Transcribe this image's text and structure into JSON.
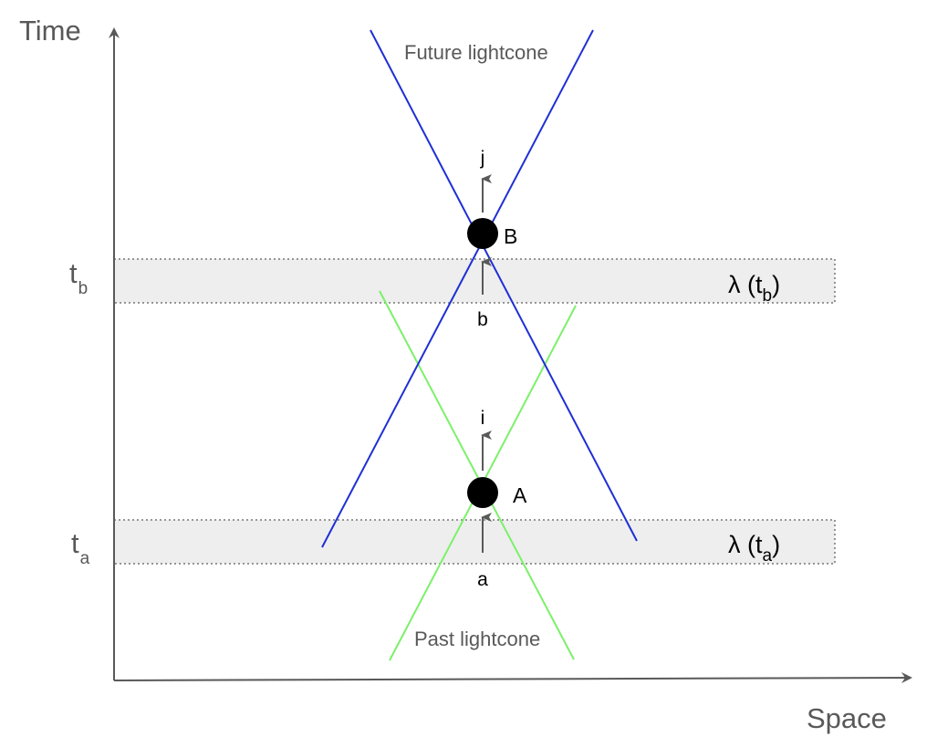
{
  "axes": {
    "y_label": "Time",
    "x_label": "Space"
  },
  "ticks": {
    "tb": {
      "main": "t",
      "sub": "b"
    },
    "ta": {
      "main": "t",
      "sub": "a"
    }
  },
  "bands": {
    "tb": {
      "prefix": "λ (t",
      "sub": "b",
      "suffix": ")"
    },
    "ta": {
      "prefix": "λ (t",
      "sub": "a",
      "suffix": ")"
    }
  },
  "cones": {
    "future": "Future lightcone",
    "past": "Past lightcone"
  },
  "points": {
    "A": "A",
    "B": "B"
  },
  "vectors": {
    "j": "j",
    "b": "b",
    "i": "i",
    "a": "a"
  },
  "colors": {
    "future_cone": "#1f2fd6",
    "past_cone": "#7cf06a",
    "band_fill": "#eeeeee",
    "axis": "#595959",
    "event": "#000000"
  }
}
